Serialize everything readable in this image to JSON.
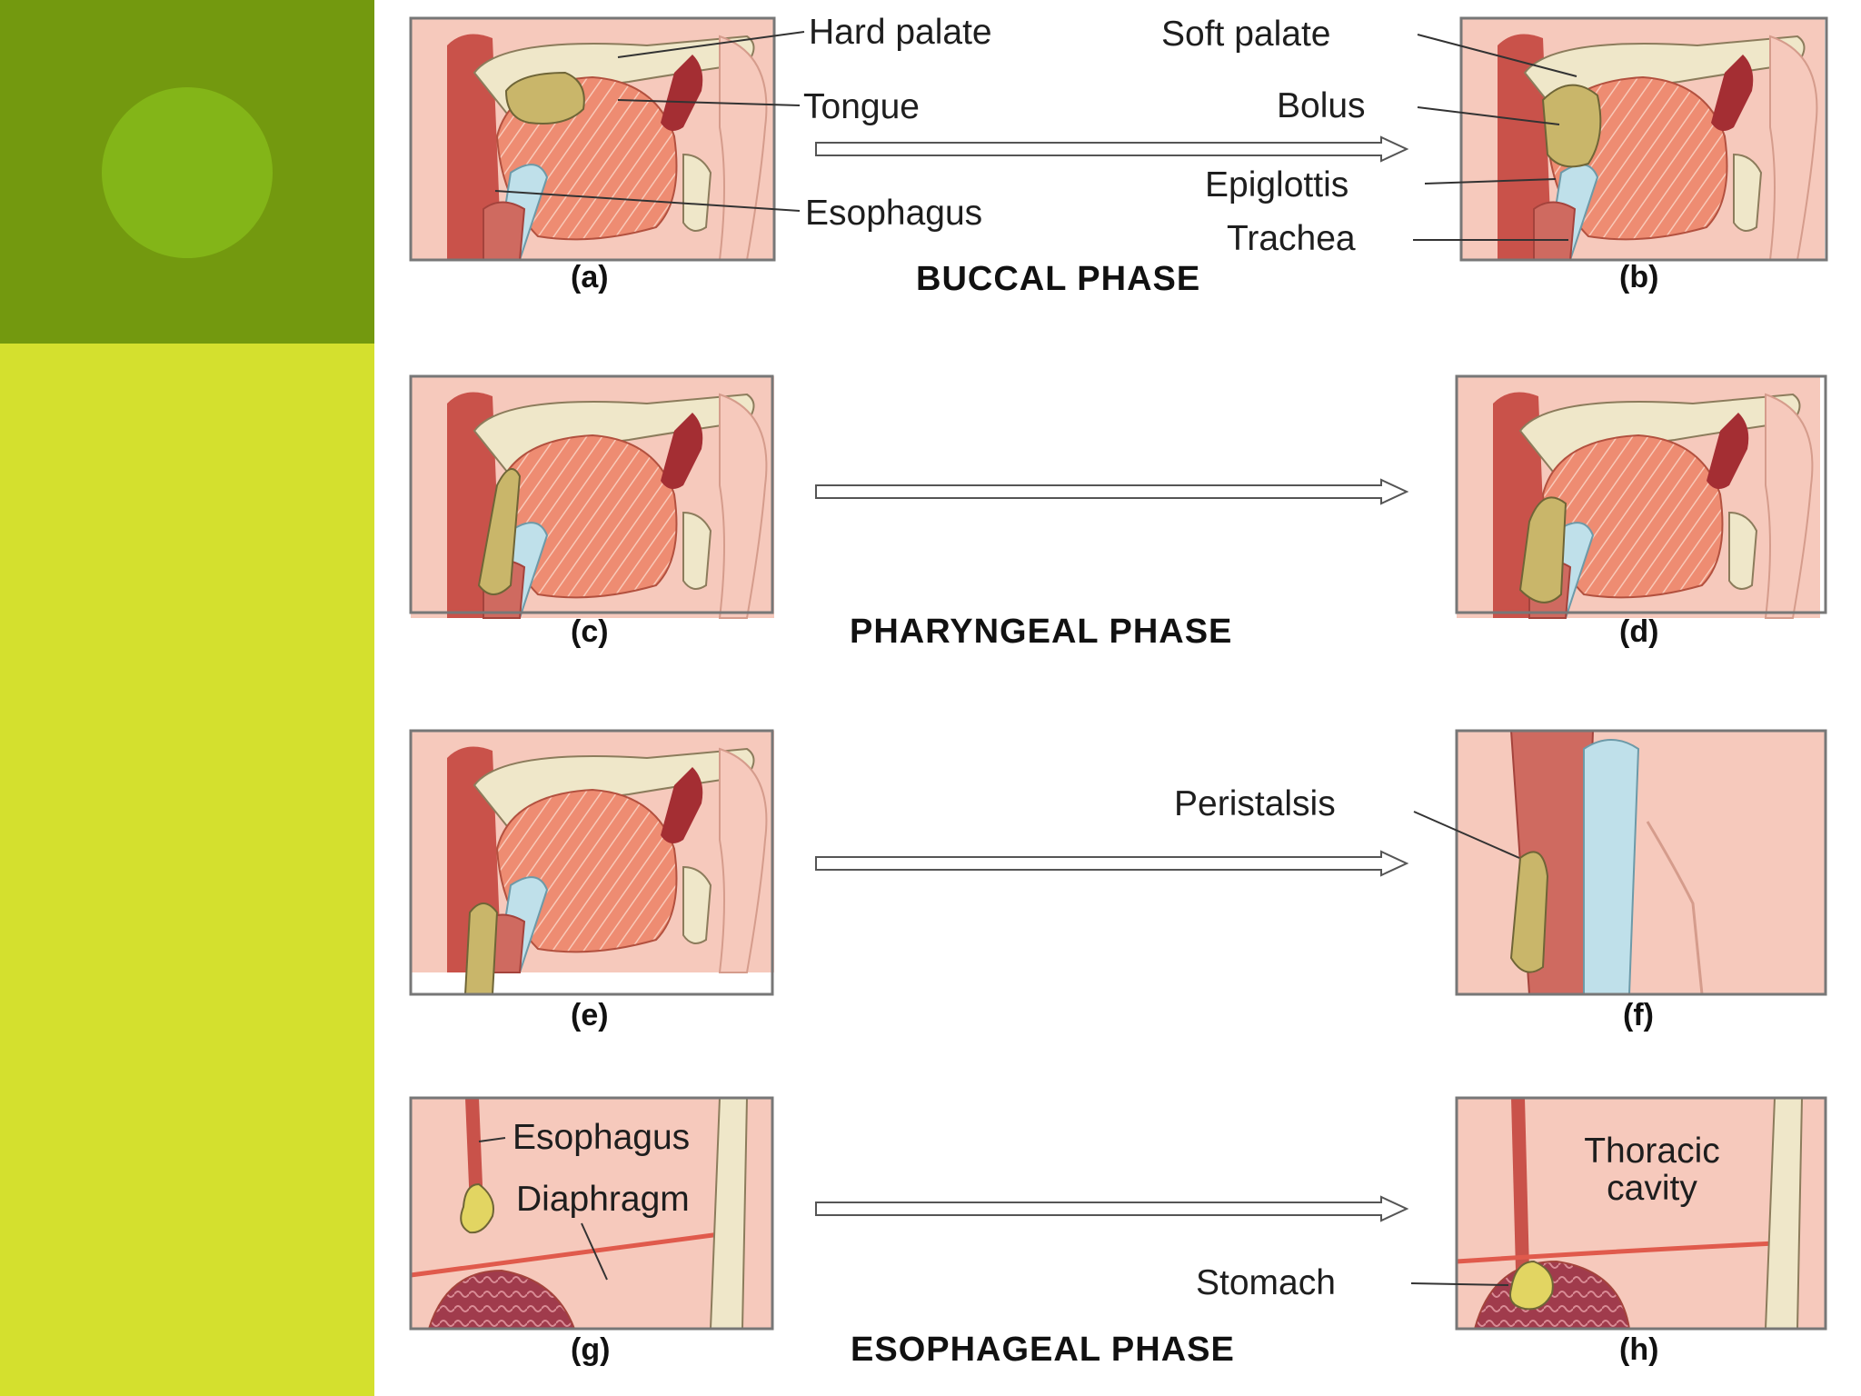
{
  "colors": {
    "sidebar_top": "#73990f",
    "sidebar_bottom": "#d4e02e",
    "circle": "#83b518"
  },
  "labels": {
    "hard_palate": "Hard palate",
    "tongue": "Tongue",
    "esophagus_a": "Esophagus",
    "soft_palate": "Soft palate",
    "bolus": "Bolus",
    "epiglottis": "Epiglottis",
    "trachea": "Trachea",
    "peristalsis": "Peristalsis",
    "esophagus_g": "Esophagus",
    "diaphragm": "Diaphragm",
    "thoracic_cavity": "Thoracic cavity",
    "stomach": "Stomach"
  },
  "captions": {
    "a": "(a)",
    "b": "(b)",
    "c": "(c)",
    "d": "(d)",
    "e": "(e)",
    "f": "(f)",
    "g": "(g)",
    "h": "(h)"
  },
  "phases": {
    "buccal": "BUCCAL PHASE",
    "pharyngeal": "PHARYNGEAL PHASE",
    "esophageal": "ESOPHAGEAL PHASE"
  }
}
